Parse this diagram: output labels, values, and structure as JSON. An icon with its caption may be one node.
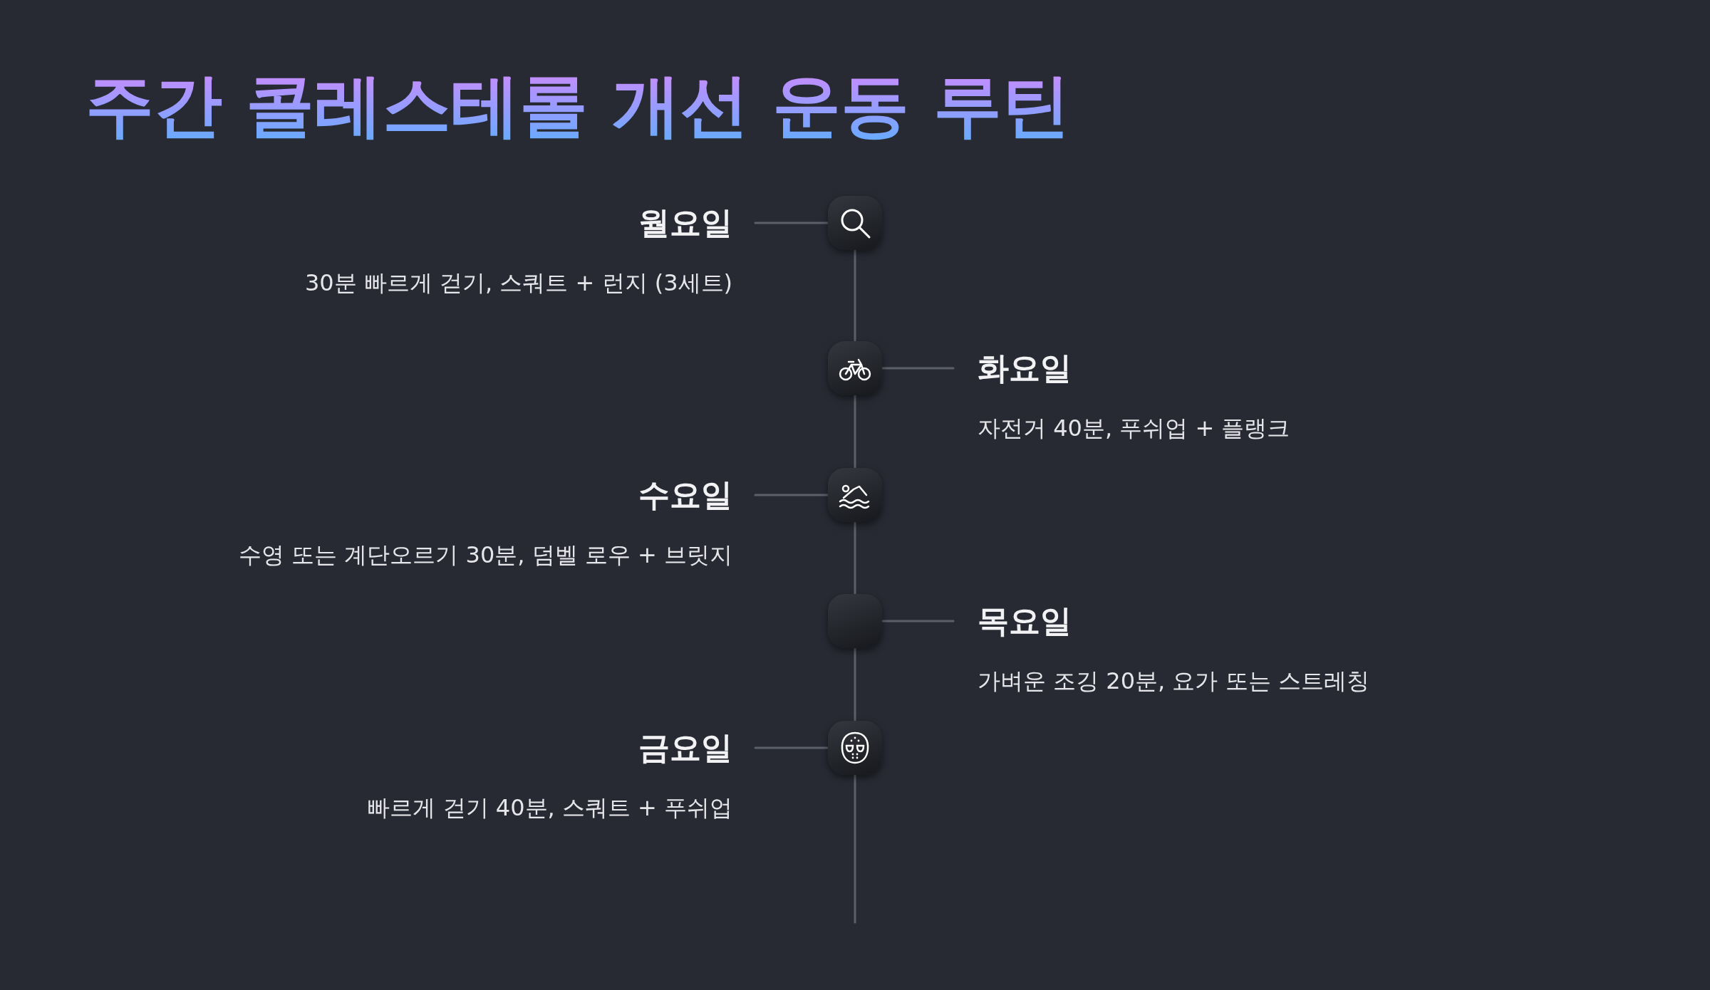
{
  "diagram": {
    "title": "주간 콜레스테롤 개선 운동 루틴",
    "nodes": [
      {
        "text": [
          "월요일",
          "30분 빠르게 걷기, 스쿼트 + 런지 (3세트)"
        ]
      },
      {
        "text": [],
        "shape": "box"
      },
      {
        "text": [],
        "shape": "box"
      },
      {
        "text": [
          "화요일",
          "자전거 40분, 푸쉬업 + 플랭크"
        ]
      },
      {
        "text": [
          "수요일",
          "수영 또는 계단오르기 30분, 덤벨 로우 + 브릿지"
        ]
      },
      {
        "text": [],
        "shape": "box"
      },
      {
        "text": [],
        "shape": "box"
      },
      {
        "text": [
          "목요일",
          "가벼운 조깅 20분, 요가 또는 스트레칭"
        ]
      },
      {
        "text": [
          "금요일",
          "빠르게 걷기 40분, 스쿼트 + 푸쉬업"
        ]
      },
      {
        "text": [],
        "shape": "box"
      }
    ],
    "edges": [
      {
        "from": 0,
        "to": 1,
        "arrow": "none"
      },
      {
        "from": 1,
        "to": 2,
        "arrow": "none"
      },
      {
        "from": 3,
        "to": 2,
        "arrow": "none"
      },
      {
        "from": 2,
        "to": 5,
        "arrow": "none"
      },
      {
        "from": 4,
        "to": 5,
        "arrow": "none"
      },
      {
        "from": 5,
        "to": 6,
        "arrow": "none"
      },
      {
        "from": 7,
        "to": 6,
        "arrow": "none"
      },
      {
        "from": 6,
        "to": 9,
        "arrow": "none"
      },
      {
        "from": 8,
        "to": 9,
        "arrow": "none"
      },
      {
        "from": 9,
        "to": null,
        "arrow": "none"
      }
    ]
  }
}
